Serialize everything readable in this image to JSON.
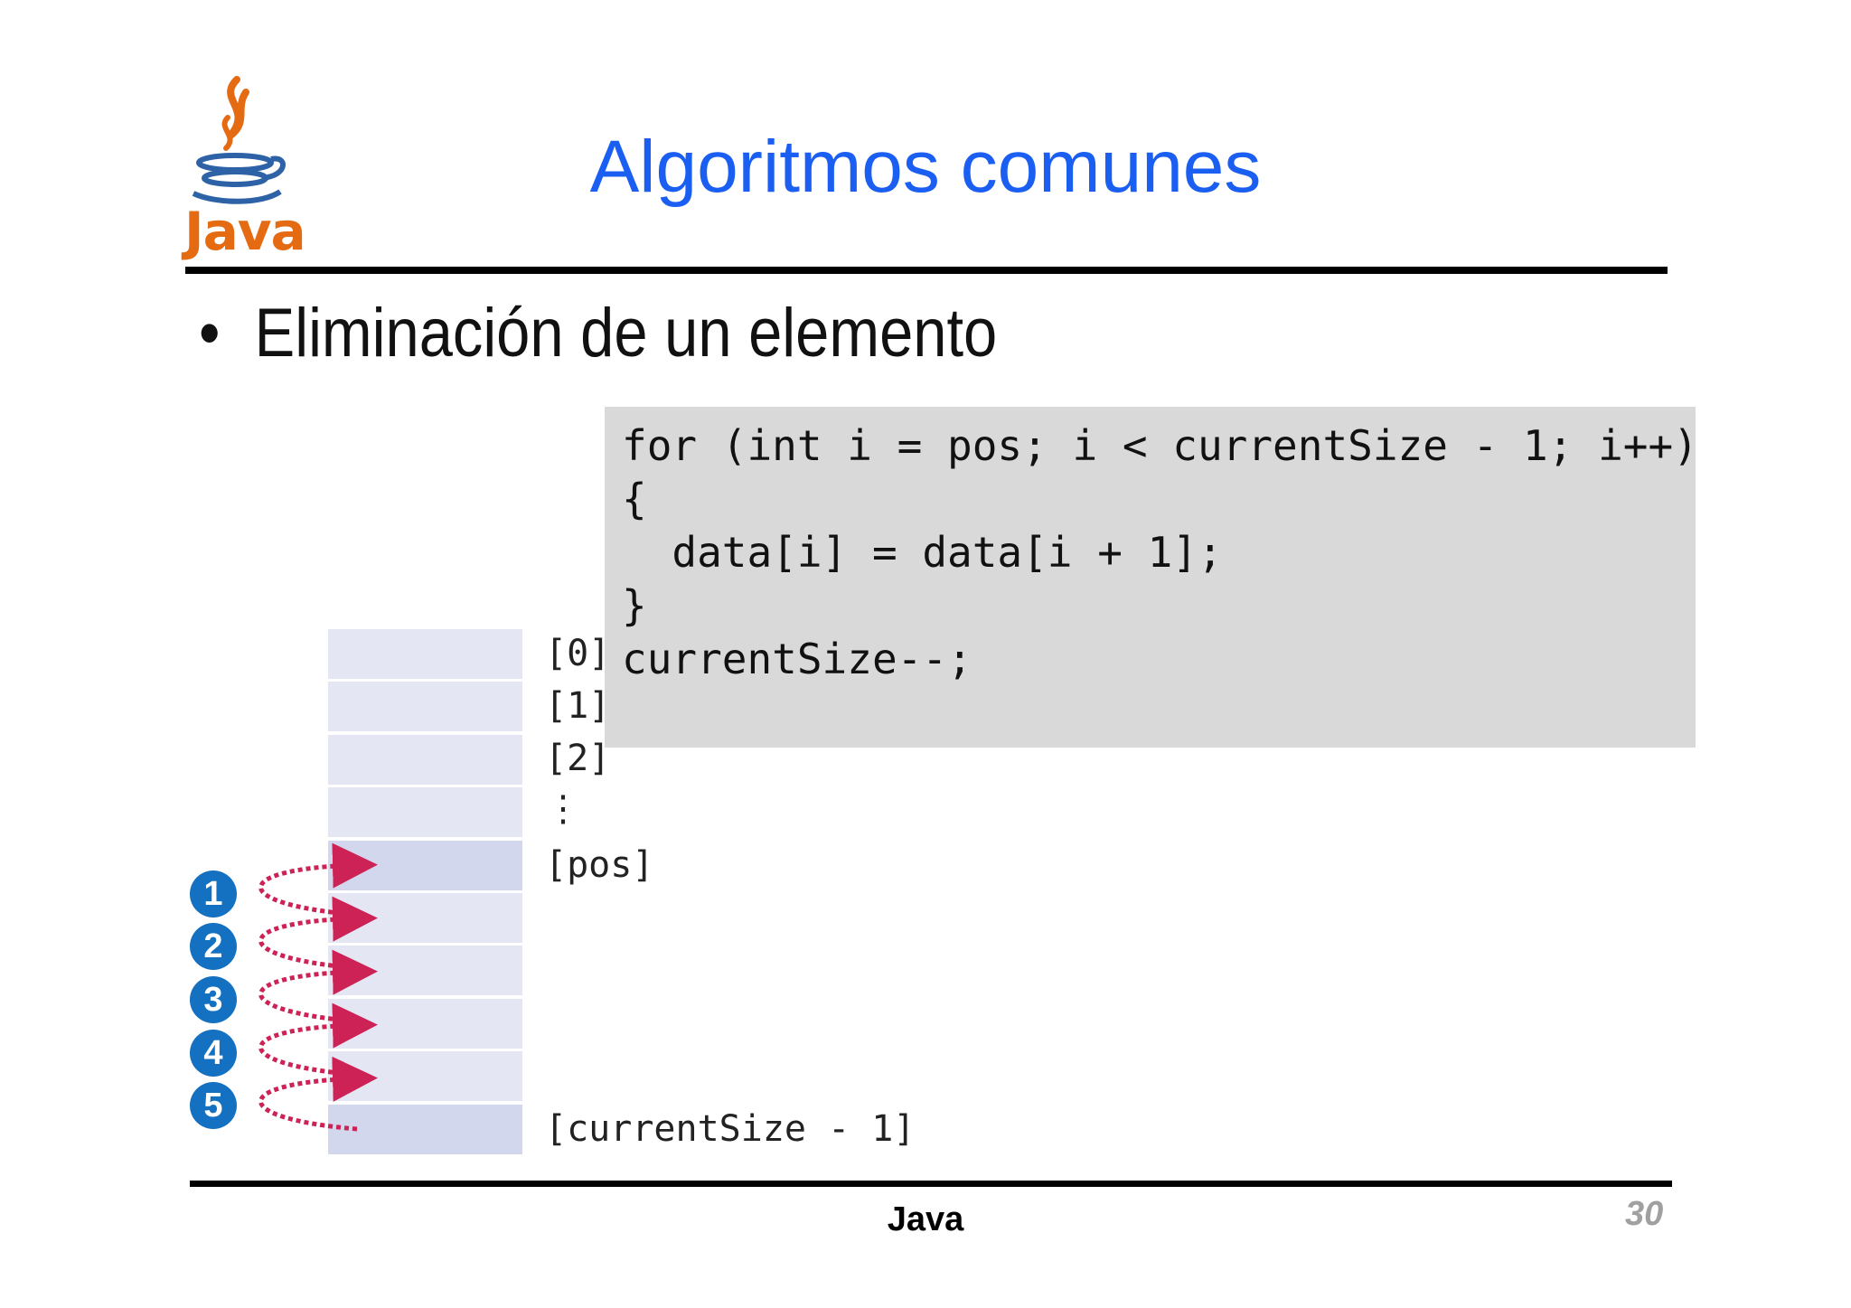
{
  "logo": {
    "word": "Java",
    "colors": {
      "steam": "#e56b12",
      "cup": "#2d62a7"
    }
  },
  "title": "Algoritmos comunes",
  "bullet": {
    "symbol": "•",
    "text": "Eliminación de un elemento"
  },
  "code": "for (int i = pos; i < currentSize - 1; i++)\n{\n  data[i] = data[i + 1];\n}\ncurrentSize--;",
  "diagram": {
    "index_labels": [
      "[0]",
      "[1]",
      "[2]",
      "⋮",
      "[pos]",
      "[currentSize - 1]"
    ],
    "steps": [
      "1",
      "2",
      "3",
      "4",
      "5"
    ],
    "colors": {
      "cell": "#e4e6f3",
      "cell_highlight": "#d3d7ee",
      "arrow": "#cc2255",
      "step_badge": "#1470c0"
    }
  },
  "footer": {
    "label": "Java",
    "page": "30"
  }
}
